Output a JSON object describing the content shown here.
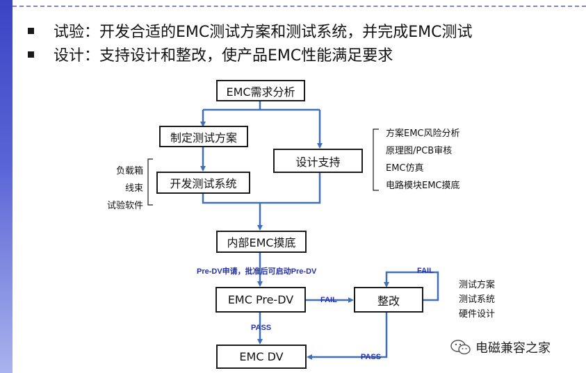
{
  "bullets": [
    "试验：开发合适的EMC测试方案和测试系统，并完成EMC测试",
    "设计：支持设计和整改，使产品EMC性能满足要求"
  ],
  "boxes": {
    "requirement_analysis": "EMC需求分析",
    "test_plan": "制定测试方案",
    "design_support": "设计支持",
    "develop_test_system": "开发测试系统",
    "internal_scan": "内部EMC摸底",
    "pre_dv": "EMC Pre-DV",
    "rectify": "整改",
    "dv": "EMC DV"
  },
  "notes": {
    "left": [
      "负载箱",
      "线束",
      "试验软件"
    ],
    "design_support": [
      "方案EMC风险分析",
      "原理图/PCB审核",
      "EMC仿真",
      "电路模块EMC摸底"
    ],
    "rectify": [
      "测试方案",
      "测试系统",
      "硬件设计"
    ]
  },
  "edge_labels": {
    "pre_dv_request": "Pre-DV申请，批准后可启动Pre-DV",
    "fail_1": "FAIL",
    "fail_2": "FAIL",
    "pass_1": "PASS",
    "pass_2": "PASS"
  },
  "watermark": "电磁兼容之家",
  "colors": {
    "arrow": "#3f6fb8",
    "edge_label": "#2430a8",
    "left_bar": "#3b44c4"
  }
}
